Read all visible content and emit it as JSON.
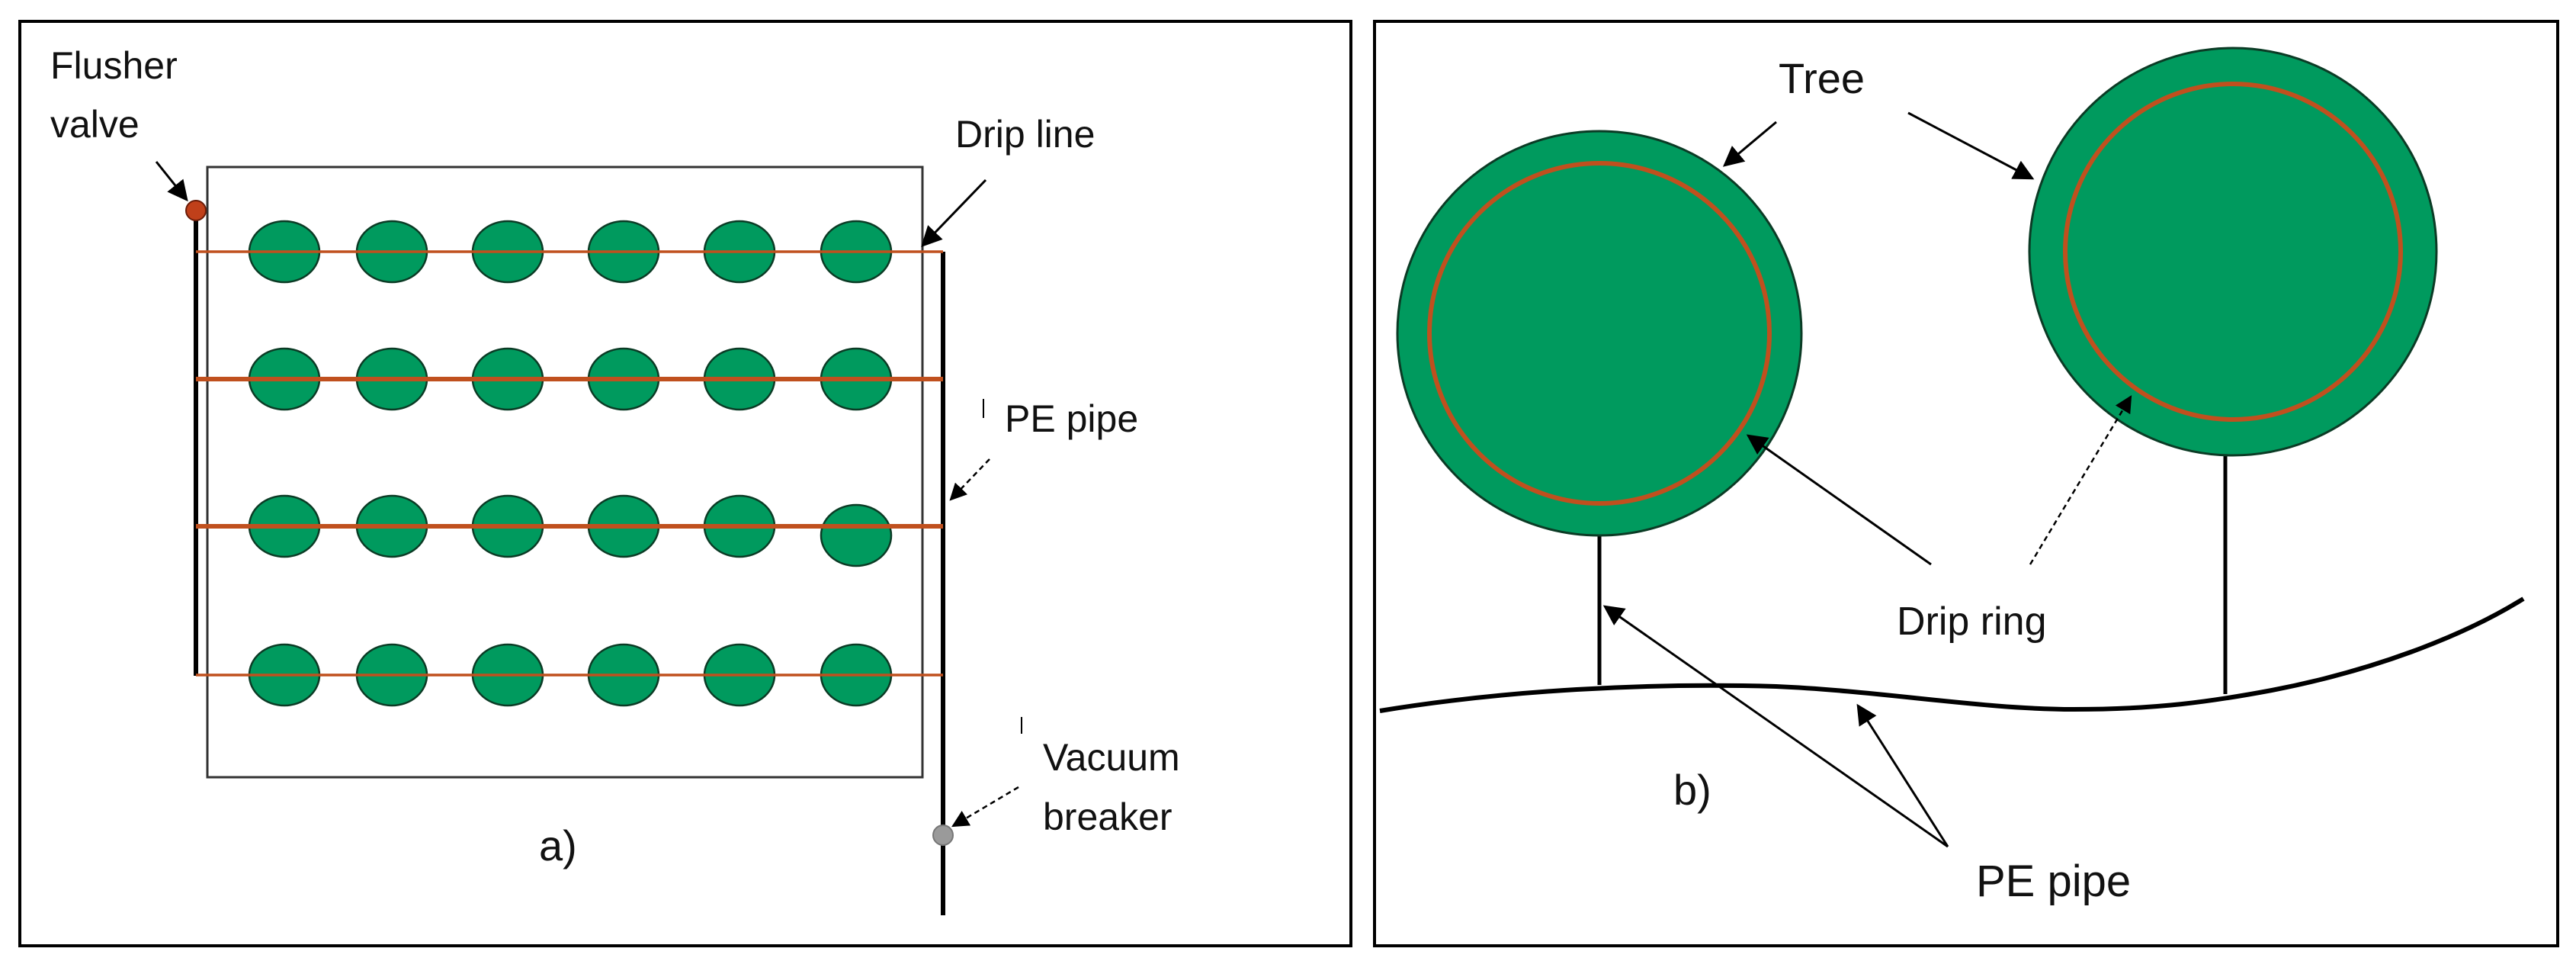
{
  "panel_a": {
    "labels": {
      "flusher_line1": "Flusher",
      "flusher_line2": "valve",
      "drip_line": "Drip line",
      "pe_pipe": "PE pipe",
      "vacuum_line1": "Vacuum",
      "vacuum_line2": "breaker",
      "panel_id": "a)"
    },
    "rows": 4,
    "trees_per_row": 6
  },
  "panel_b": {
    "labels": {
      "tree": "Tree",
      "drip_ring": "Drip ring",
      "pe_pipe": "PE pipe",
      "panel_id": "b)"
    }
  },
  "colors": {
    "tree_fill": "#009a5e",
    "tree_stroke": "#0b3b25",
    "drip_line": "#c0501e",
    "flusher_valve": "#c0401a",
    "vacuum_breaker": "#9a9a9a",
    "pipe": "#000000",
    "frame": "#000000"
  }
}
